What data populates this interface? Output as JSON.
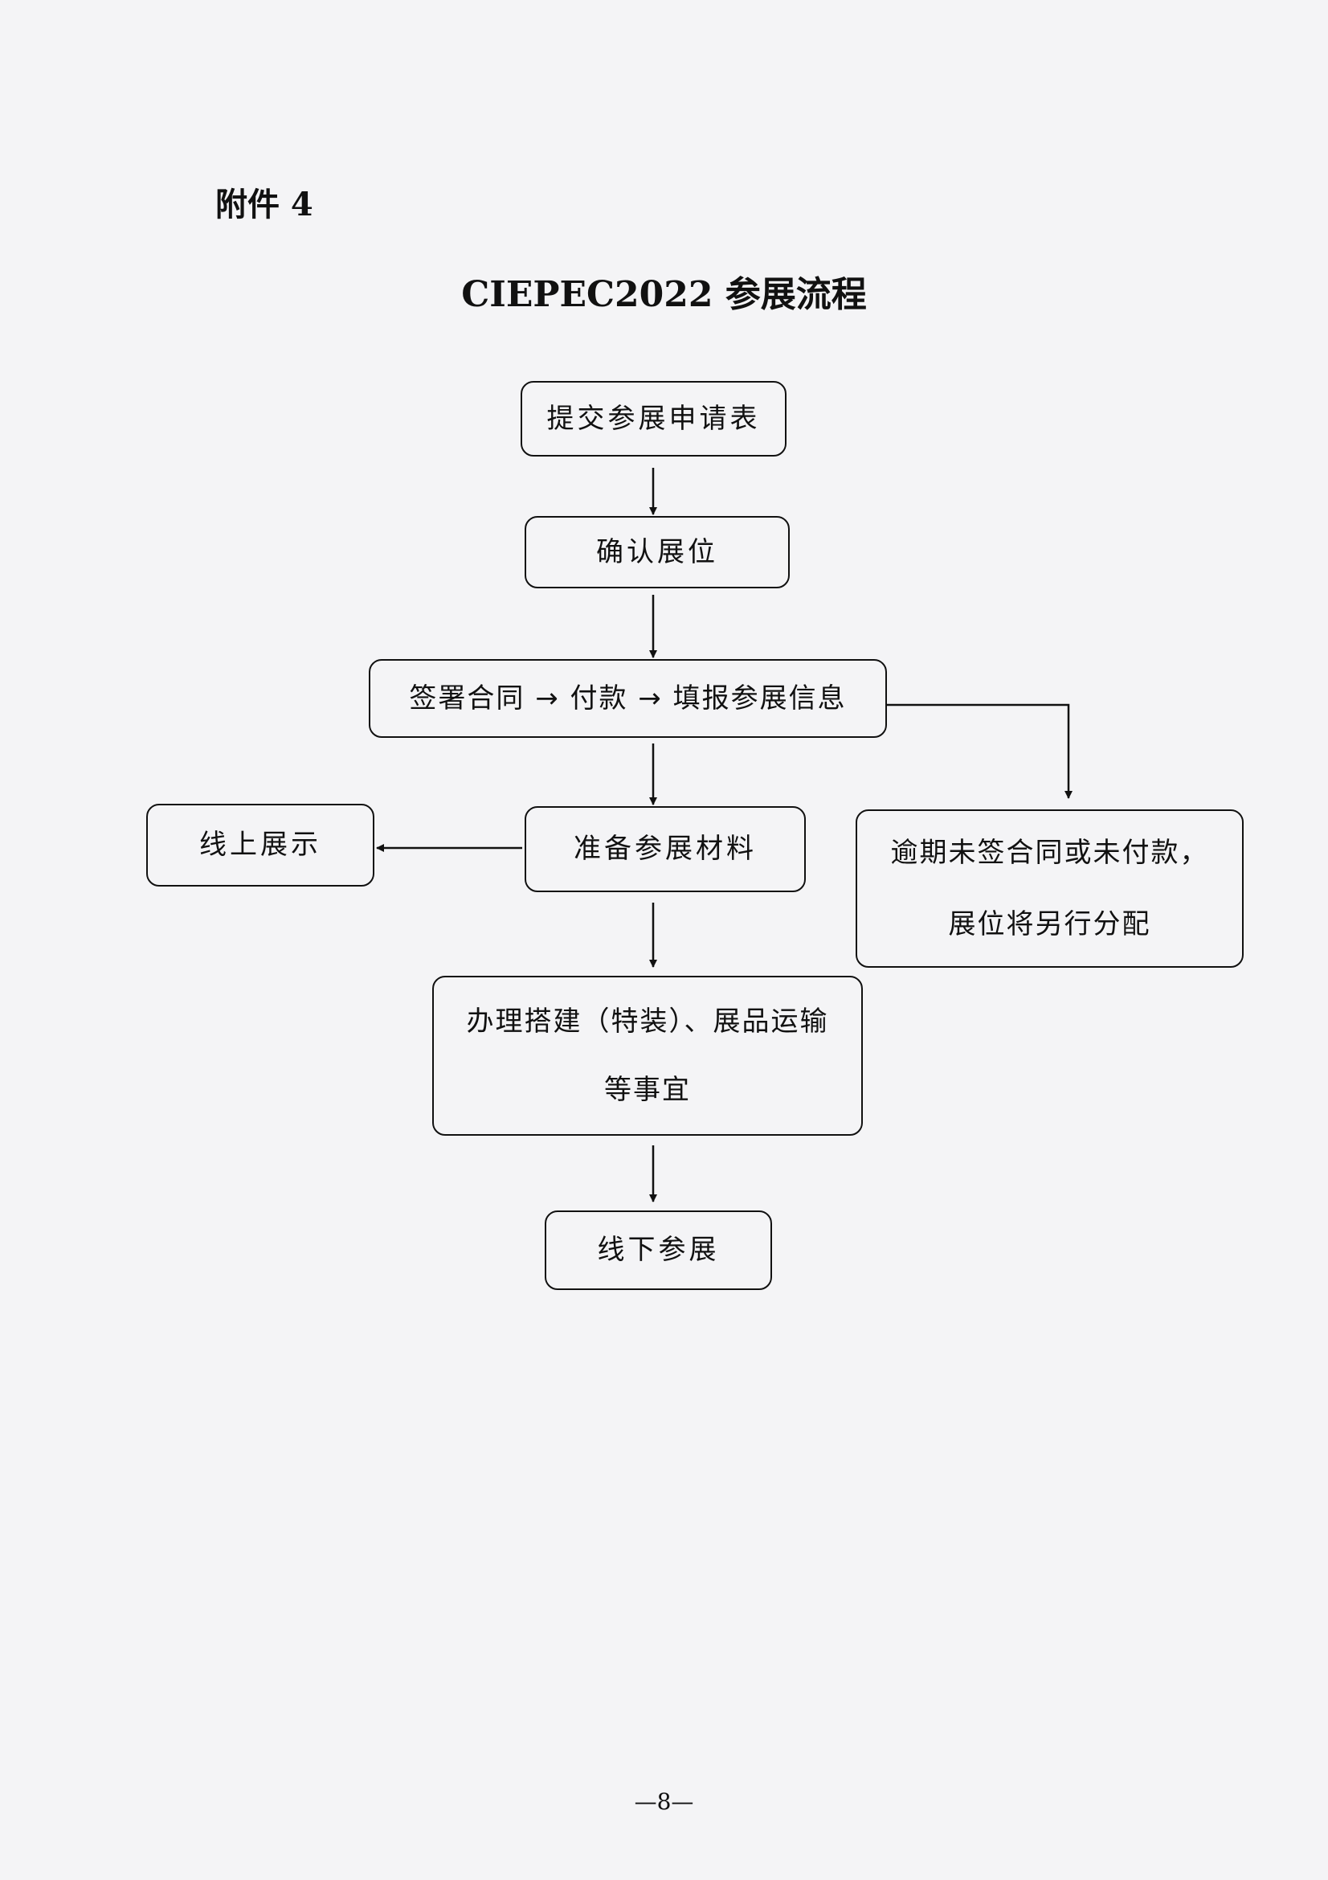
{
  "attachment_label": "附件 4",
  "title": "CIEPEC2022 参展流程",
  "steps": {
    "submit": "提交参展申请表",
    "confirm": "确认展位",
    "sign": "签署合同 → 付款 → 填报参展信息",
    "prepare": "准备参展材料",
    "online": "线上展示",
    "overdue_line1": "逾期未签合同或未付款，",
    "overdue_line2": "展位将另行分配",
    "handle_line1": "办理搭建（特装）、展品运输",
    "handle_line2": "等事宜",
    "offline": "线下参展"
  },
  "page_number": "—8—"
}
